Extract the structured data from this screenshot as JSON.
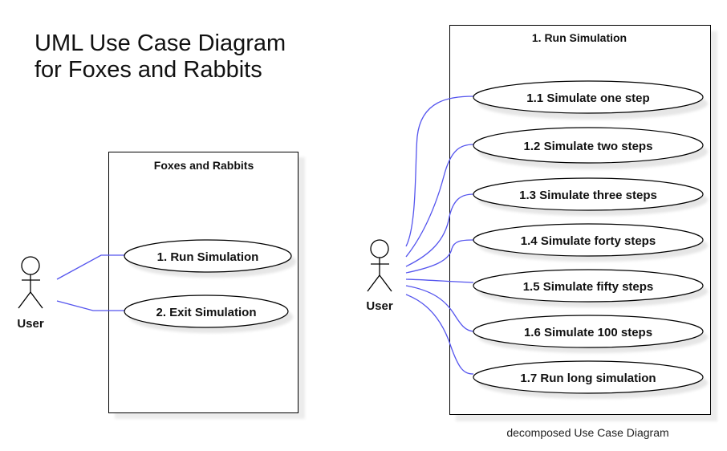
{
  "title": {
    "line1": "UML Use Case Diagram",
    "line2": "for Foxes and Rabbits"
  },
  "caption": "decomposed Use Case Diagram",
  "colors": {
    "connector": "#5555ee",
    "stroke": "#000000",
    "shadow": "#e8e8e8"
  },
  "left_diagram": {
    "system_name": "Foxes and Rabbits",
    "actor": "User",
    "use_cases": [
      {
        "label": "1. Run Simulation"
      },
      {
        "label": "2. Exit Simulation"
      }
    ]
  },
  "right_diagram": {
    "system_name": "1. Run Simulation",
    "actor": "User",
    "use_cases": [
      {
        "label": "1.1 Simulate one step"
      },
      {
        "label": "1.2 Simulate two steps"
      },
      {
        "label": "1.3 Simulate three steps"
      },
      {
        "label": "1.4 Simulate forty steps"
      },
      {
        "label": "1.5 Simulate fifty steps"
      },
      {
        "label": "1.6 Simulate 100 steps"
      },
      {
        "label": "1.7 Run long simulation"
      }
    ]
  }
}
